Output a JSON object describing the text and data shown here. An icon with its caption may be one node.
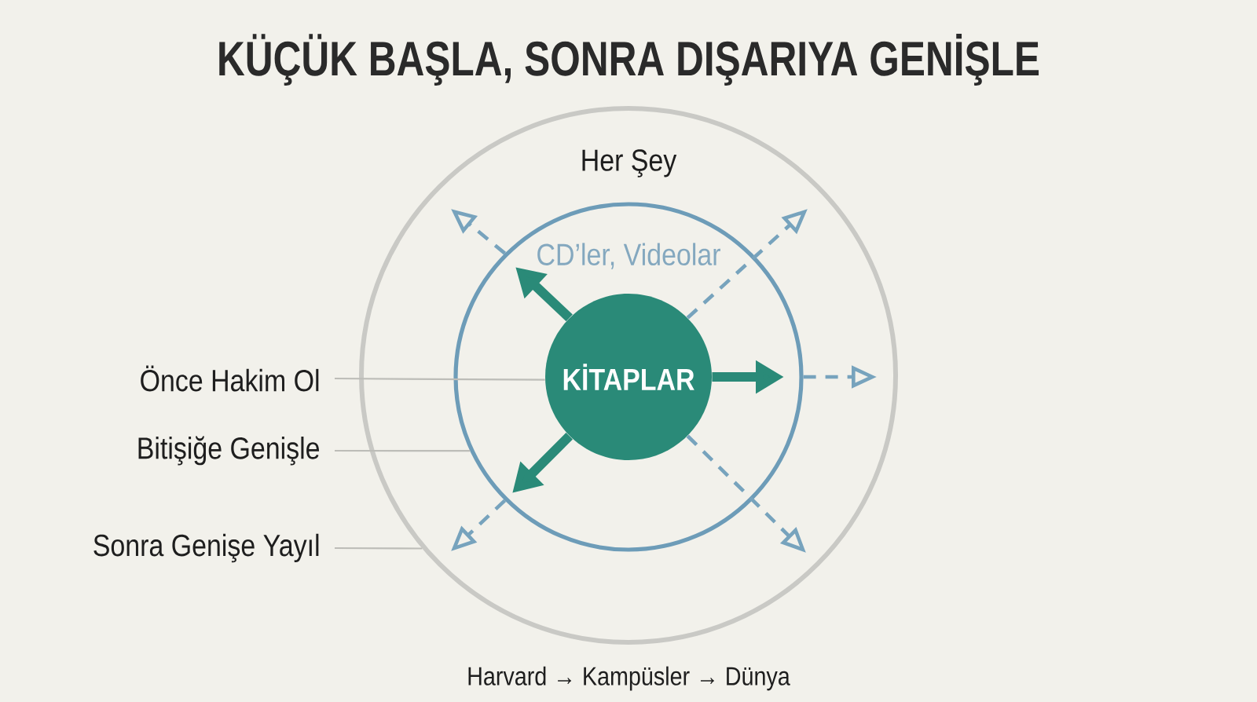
{
  "diagram": {
    "title": "KÜÇÜK BAŞLA, SONRA DIŞARIYA GENİŞLE",
    "caption": "Harvard → Kampüsler → Dünya",
    "nodes": [
      {
        "text": [
          "Her Şey"
        ]
      },
      {
        "text": [
          "CD’ler, Videolar"
        ],
        "in": 0
      },
      {
        "text": [
          "KİTAPLAR"
        ],
        "in": 1
      },
      {
        "text": [
          "Önce Hakim Ol"
        ]
      },
      {
        "text": [
          "Bitişiğe Genişle"
        ]
      },
      {
        "text": [
          "Sonra Genişe Yayıl"
        ]
      }
    ],
    "edges": [
      {
        "from": 3,
        "to": 2,
        "arrow": "none",
        "color": "#bdbdb8"
      },
      {
        "from": 4,
        "to": 1,
        "arrow": "none",
        "color": "#bdbdb8"
      },
      {
        "from": 5,
        "to": 0,
        "arrow": "none",
        "color": "#bdbdb8"
      },
      {
        "from": 2,
        "to": null,
        "arrow": "to",
        "style": "thick",
        "color": "#2a8a78"
      },
      {
        "from": 2,
        "to": null,
        "arrow": "to",
        "style": "thick",
        "color": "#2a8a78"
      },
      {
        "from": 2,
        "to": null,
        "arrow": "to",
        "style": "thick",
        "color": "#2a8a78"
      },
      {
        "from": 1,
        "to": null,
        "arrow": "to",
        "style": "dashed"
      },
      {
        "from": 2,
        "to": null,
        "arrow": "to",
        "style": "dashed"
      },
      {
        "from": 1,
        "to": null,
        "arrow": "to",
        "style": "dashed"
      },
      {
        "from": 1,
        "to": null,
        "arrow": "to",
        "style": "dashed"
      },
      {
        "from": 2,
        "to": null,
        "arrow": "to",
        "style": "dashed"
      }
    ]
  }
}
